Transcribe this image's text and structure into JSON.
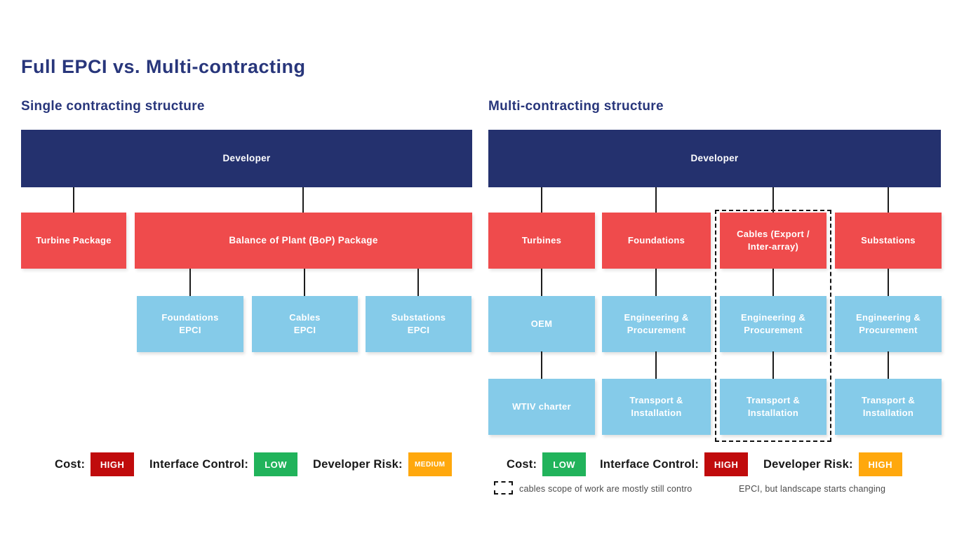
{
  "title": "Full EPCI vs. Multi-contracting",
  "colors": {
    "navy": "#24316E",
    "red": "#EF4B4C",
    "light_blue": "#85CBE9",
    "badge_red": "#C00B0C",
    "badge_green": "#21B35B",
    "badge_orange": "#FFA80D",
    "heading_text": "#28367B"
  },
  "left": {
    "subtitle": "Single contracting structure",
    "developer_label": "Developer",
    "turbine_package": "Turbine Package",
    "bop_package": "Balance of Plant (BoP) Package",
    "epci_boxes": [
      "Foundations\nEPCI",
      "Cables\nEPCI",
      "Substations\nEPCI"
    ],
    "legend": [
      {
        "label": "Cost:",
        "value": "HIGH",
        "color": "#C00B0C"
      },
      {
        "label": "Interface Control:",
        "value": "LOW",
        "color": "#21B35B"
      },
      {
        "label": "Developer Risk:",
        "value": "MEDIUM",
        "color": "#FFA80D"
      }
    ]
  },
  "right": {
    "subtitle": "Multi-contracting structure",
    "developer_label": "Developer",
    "columns": [
      {
        "package": "Turbines",
        "middle": "OEM",
        "bottom": "WTIV charter",
        "highlighted": false
      },
      {
        "package": "Foundations",
        "middle": "Engineering &\nProcurement",
        "bottom": "Transport &\nInstallation",
        "highlighted": false
      },
      {
        "package": "Cables (Export /\nInter-array)",
        "middle": "Engineering &\nProcurement",
        "bottom": "Transport &\nInstallation",
        "highlighted": true
      },
      {
        "package": "Substations",
        "middle": "Engineering &\nProcurement",
        "bottom": "Transport &\nInstallation",
        "highlighted": false
      }
    ],
    "legend": [
      {
        "label": "Cost:",
        "value": "LOW",
        "color": "#21B35B"
      },
      {
        "label": "Interface Control:",
        "value": "HIGH",
        "color": "#C00B0C"
      },
      {
        "label": "Developer Risk:",
        "value": "HIGH",
        "color": "#FFA80D"
      }
    ],
    "footnote": {
      "part1": "cables scope of work are mostly still contro",
      "part2": "EPCI, but landscape starts changing"
    }
  }
}
